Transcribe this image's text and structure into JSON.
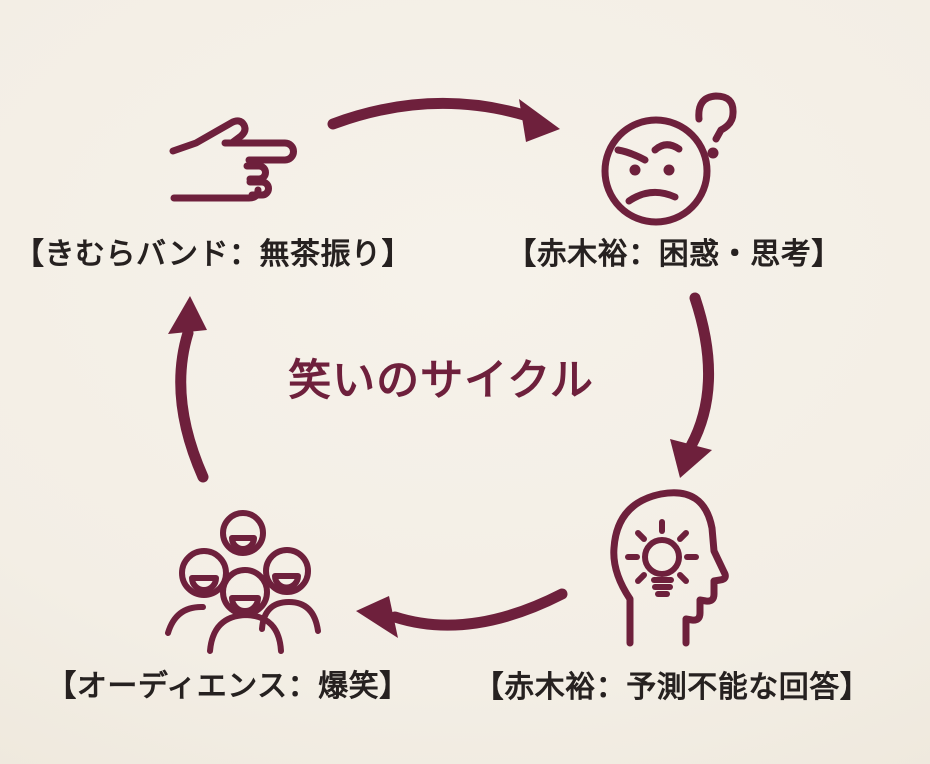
{
  "title": "笑いのサイクル",
  "colors": {
    "accent": "#6e203c",
    "background": "#f4efe6",
    "label_text": "#262120"
  },
  "nodes": [
    {
      "position": "top-left",
      "icon": "pointing-hand-icon",
      "label": "【きむらバンド：無茶振り】"
    },
    {
      "position": "top-right",
      "icon": "confused-face-icon",
      "label": "【赤木裕：困惑・思考】"
    },
    {
      "position": "bottom-right",
      "icon": "idea-head-icon",
      "label": "【赤木裕：予測不能な回答】"
    },
    {
      "position": "bottom-left",
      "icon": "audience-laughing-icon",
      "label": "【オーディエンス：爆笑】"
    }
  ],
  "arrows": [
    {
      "from": "top-left",
      "to": "top-right",
      "direction": "clockwise"
    },
    {
      "from": "top-right",
      "to": "bottom-right",
      "direction": "clockwise"
    },
    {
      "from": "bottom-right",
      "to": "bottom-left",
      "direction": "clockwise"
    },
    {
      "from": "bottom-left",
      "to": "top-left",
      "direction": "clockwise"
    }
  ]
}
